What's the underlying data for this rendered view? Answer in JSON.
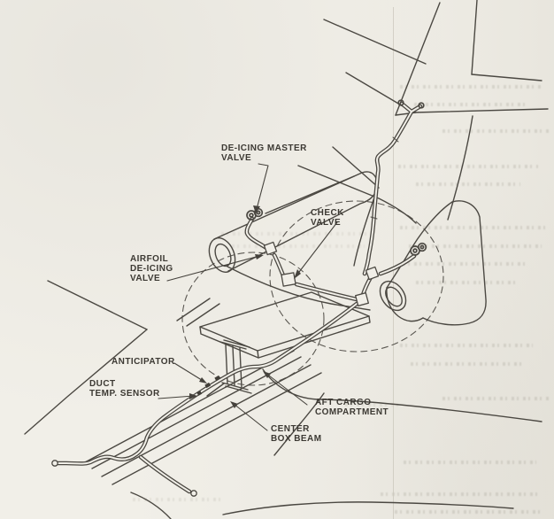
{
  "figure": {
    "paper_color": "#f1efe8",
    "ink_color": "#4b4842",
    "callouts": {
      "deicing_master_valve": "DE-ICING MASTER\nVALVE",
      "check_valve": "CHECK\nVALVE",
      "airfoil_deicing_valve": "AIRFOIL\nDE-ICING\nVALVE",
      "anticipator": "ANTICIPATOR",
      "duct_temp_sensor": "DUCT\nTEMP. SENSOR",
      "aft_cargo_compartment": "AFT CARGO\nCOMPARTMENT",
      "center_box_beam": "CENTER\nBOX BEAM"
    }
  }
}
